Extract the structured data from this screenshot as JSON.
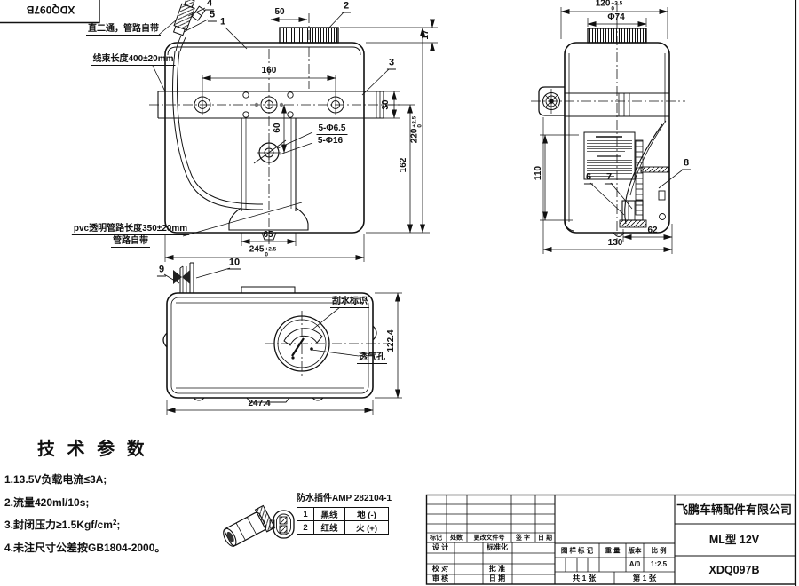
{
  "stamp": {
    "code": "XDQ097B"
  },
  "front": {
    "c1": "1",
    "c2": "2",
    "c3": "3",
    "c4": "4",
    "c5": "5",
    "fitting": "直二通，管路自带",
    "harness": "线束长度400±20mm",
    "pvc1": "pvc透明管路长度350±20mm",
    "pvc2": "管路自带",
    "holes_s": "5-Φ6.5",
    "holes_b": "5-Φ16",
    "d50": "50",
    "d17": "17",
    "d160": "160",
    "d30": "30",
    "d60": "60",
    "d162": "162",
    "d220": "220",
    "d220tu": "+2.5",
    "d220td": "0",
    "d65": "65",
    "d245": "245",
    "d245tu": "+2.5",
    "d245td": "0"
  },
  "side": {
    "c6": "6",
    "c7": "7",
    "c8": "8",
    "d120": "120",
    "d120tu": "+2.5",
    "d120td": "0",
    "d74": "Φ74",
    "d110": "110",
    "d62": "62",
    "d130": "130"
  },
  "top": {
    "c9": "9",
    "c10": "10",
    "wiper": "刮水标识",
    "vent": "透气孔",
    "d1224": "122.4",
    "d2474": "247.4"
  },
  "tech": {
    "title": "技 术 参 数",
    "i1": "1.13.5V负载电流≤3A;",
    "i2": "2.流量420ml/10s;",
    "i3a": "3.封闭压力≥1.5Kgf/cm",
    "i3sup": "2",
    "i3b": ";",
    "i4": "4.未注尺寸公差按GB1804-2000。"
  },
  "conn": {
    "title": "防水插件AMP 282104-1",
    "r1n": "1",
    "r1w": "黑线",
    "r1t": "地 (-)",
    "r2n": "2",
    "r2w": "红线",
    "r2t": "火 (+)"
  },
  "tb": {
    "company": "飞鹏车辆配件有限公司",
    "model": "ML型 12V",
    "code": "XDQ097B",
    "h_mark": "标记",
    "h_count": "处数",
    "h_file": "更改文件号",
    "h_sign": "签 字",
    "h_date": "日 期",
    "design": "设 计",
    "standardize": "标准化",
    "check": "校 对",
    "approve": "批 准",
    "audit": "审 核",
    "date": "日 期",
    "stamp": "图 样 标 记",
    "weight": "重 量",
    "version": "版本",
    "scale": "比 例",
    "version_val": "A/0",
    "scale_val": "1:2.5",
    "sheets": "共 1 张",
    "sheet": "第 1 张"
  }
}
